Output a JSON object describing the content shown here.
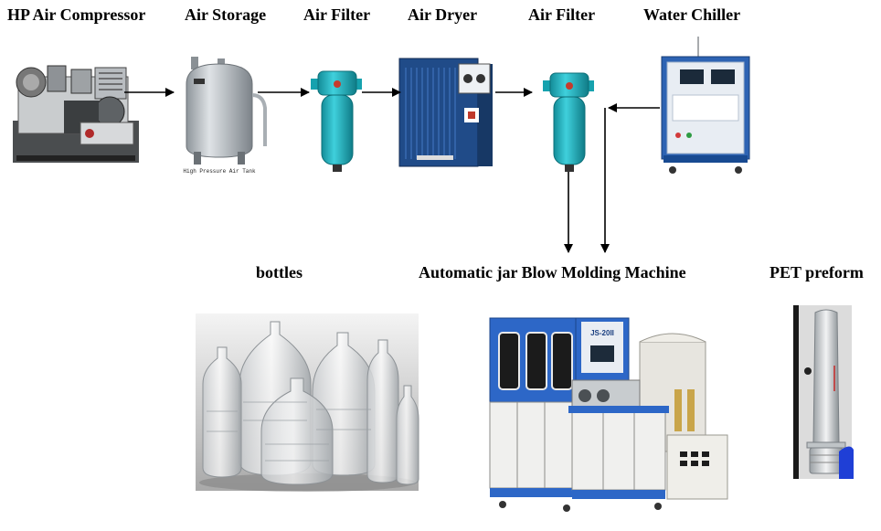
{
  "labels": {
    "compressor": "HP Air Compressor",
    "storage": "Air Storage",
    "filter1": "Air Filter",
    "dryer": "Air Dryer",
    "filter2": "Air Filter",
    "chiller": "Water Chiller",
    "bottles": "bottles",
    "machine": "Automatic jar Blow Molding Machine",
    "preform": "PET preform"
  },
  "equipment_text": {
    "tank_caption": "High Pressure Air Tank",
    "machine_model": "JS-20II"
  },
  "colors": {
    "filter": "#1fb5c3",
    "dryer_blue": "#1f4f8f",
    "chiller_blue": "#2a63b8",
    "tank": "#b8bec3",
    "arrow": "#000000"
  }
}
